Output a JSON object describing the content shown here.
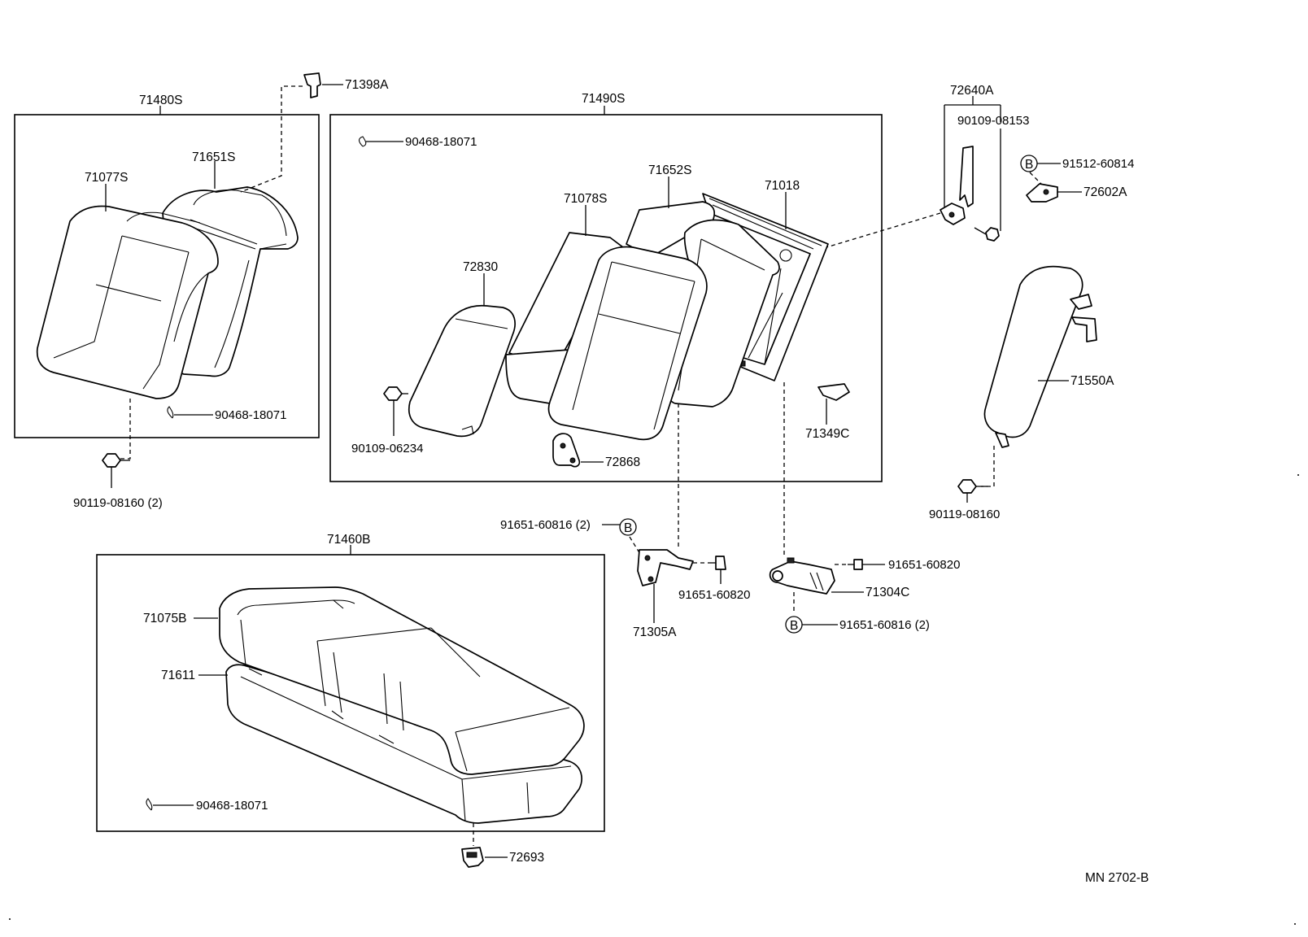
{
  "diagram": {
    "code": "MN 2702-B",
    "circled_marker": "B",
    "groups": [
      {
        "id": "rear-seatback-left",
        "label": "71480S"
      },
      {
        "id": "rear-seatback-right",
        "label": "71490S"
      },
      {
        "id": "rear-seat-cushion",
        "label": "71460B"
      }
    ],
    "parts": {
      "p71398A": "71398A",
      "p71651S": "71651S",
      "p71077S": "71077S",
      "p90468_1": "90468-18071",
      "p90119_2": "90119-08160 (2)",
      "p90468_2": "90468-18071",
      "p71652S": "71652S",
      "p71018": "71018",
      "p71078S": "71078S",
      "p72830": "72830",
      "p90109_06234": "90109-06234",
      "p72868": "72868",
      "p71349C": "71349C",
      "p72640A": "72640A",
      "p90109_08153": "90109-08153",
      "p91512": "91512-60814",
      "p72602A": "72602A",
      "p71550A": "71550A",
      "p90119_1": "90119-08160",
      "p91651_60816_a": "91651-60816 (2)",
      "p91651_60820_a": "91651-60820",
      "p71305A": "71305A",
      "p91651_60820_b": "91651-60820",
      "p71304C": "71304C",
      "p91651_60816_b": "91651-60816 (2)",
      "p71075B": "71075B",
      "p71611": "71611",
      "p90468_3": "90468-18071",
      "p72693": "72693"
    }
  }
}
